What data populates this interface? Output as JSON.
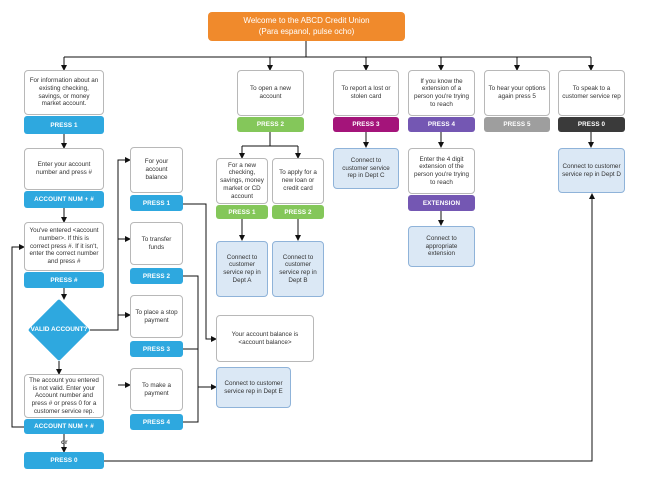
{
  "colors": {
    "title_orange": "#f08a2c",
    "press_blue": "#2ea8df",
    "press_green": "#84c75a",
    "press_magenta": "#a4147a",
    "press_purple": "#7457b3",
    "press_gray": "#9e9e9e",
    "press_dark": "#3a3a3a",
    "service_box": "#dbe8f5"
  },
  "title": {
    "line1": "Welcome to the ABCD Credit Union",
    "line2": "(Para espanol, pulse ocho)"
  },
  "col1": {
    "intro": "For information about an existing checking, savings, or money market account.",
    "press1": "PRESS 1",
    "enter_account": "Enter your account number and press #",
    "account_num": "ACCOUNT NUM + #",
    "confirm": "You've entered <account number>.  If this is correct press #.  If it isn't, enter the correct number and press #",
    "press_hash": "PRESS #",
    "valid": "VALID ACCOUNT?",
    "invalid": "The account you entered is not valid.  Enter your Account number and press # or press 0 for a customer service rep.",
    "account_num2": "ACCOUNT NUM + #",
    "or": "or",
    "press0": "PRESS 0"
  },
  "col2": {
    "balance": "For your account balance",
    "press1": "PRESS 1",
    "transfer": "To transfer funds",
    "press2": "PRESS 2",
    "stop": "To place a stop payment",
    "press3": "PRESS 3",
    "payment": "To make a payment",
    "press4": "PRESS 4",
    "balance_result": "Your account balance is <account balance>",
    "connect_e": "Connect to customer service rep in Dept E"
  },
  "col3": {
    "open": "To open a new account",
    "press2": "PRESS 2",
    "checking": "For a new checking, savings, money market or CD account",
    "loan": "To apply for a new loan or credit card",
    "press1": "PRESS 1",
    "press2b": "PRESS 2",
    "connect_a": "Connect to customer service rep in Dept A",
    "connect_b": "Connect to customer service rep in Dept B"
  },
  "col4": {
    "lost": "To report a lost or stolen card",
    "press3": "PRESS 3",
    "connect_c": "Connect to customer service rep in Dept C"
  },
  "col5": {
    "extension": "If you know the extension of a person you're trying to reach",
    "press4": "PRESS 4",
    "enter_ext": "Enter the 4 digit extension of the person you're trying to reach",
    "extension_btn": "EXTENSION",
    "connect_ext": "Connect to appropriate extension"
  },
  "col6": {
    "hear": "To hear your options again press 5",
    "press5": "PRESS 5"
  },
  "col7": {
    "speak": "To speak to a customer service rep",
    "press0": "PRESS 0",
    "connect_d": "Connect to customer service rep in Dept D"
  }
}
